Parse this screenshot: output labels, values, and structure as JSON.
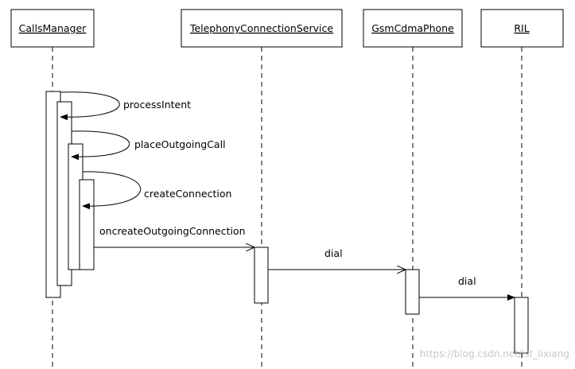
{
  "participants": [
    {
      "name": "CallsManager"
    },
    {
      "name": "TelephonyConnectionService"
    },
    {
      "name": "GsmCdmaPhone"
    },
    {
      "name": "RIL"
    }
  ],
  "messages": [
    {
      "label": "processIntent"
    },
    {
      "label": "placeOutgoingCall"
    },
    {
      "label": "createConnection"
    },
    {
      "label": "oncreateOutgoingConnection"
    },
    {
      "label": "dial"
    },
    {
      "label": "dial"
    }
  ],
  "watermark": "https://blog.csdn.net/ist_lixiang"
}
